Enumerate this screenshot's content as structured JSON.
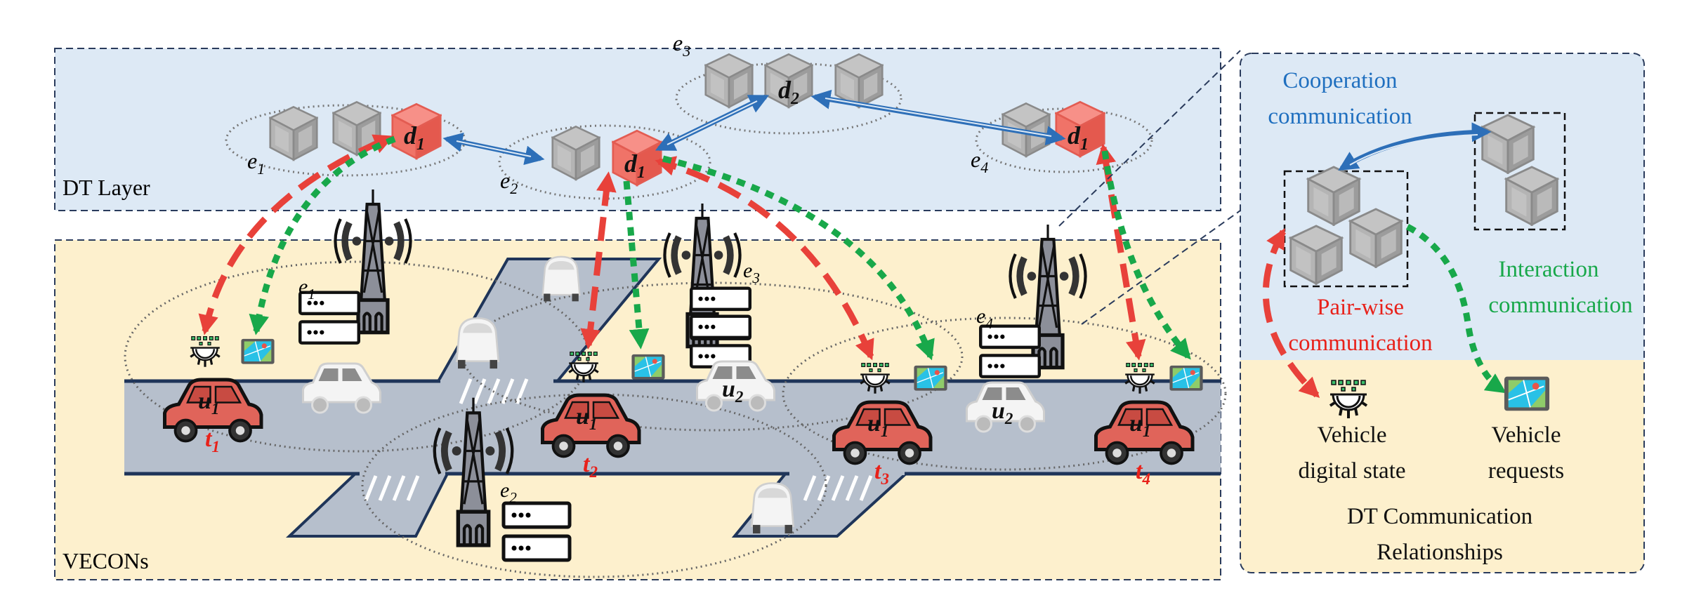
{
  "layers": {
    "dt_layer": "DT Layer",
    "vecons": "VECONs"
  },
  "dt_labels": {
    "e1": {
      "var": "e",
      "sub": "1"
    },
    "e2": {
      "var": "e",
      "sub": "2"
    },
    "e3": {
      "var": "e",
      "sub": "3"
    },
    "e4": {
      "var": "e",
      "sub": "4"
    },
    "d1": {
      "var": "d",
      "sub": "1"
    },
    "d2": {
      "var": "d",
      "sub": "2"
    }
  },
  "vehicles": {
    "u1": {
      "var": "u",
      "sub": "1"
    },
    "u2": {
      "var": "u",
      "sub": "2"
    },
    "t1": {
      "var": "t",
      "sub": "1"
    },
    "t2": {
      "var": "t",
      "sub": "2"
    },
    "t3": {
      "var": "t",
      "sub": "3"
    },
    "t4": {
      "var": "t",
      "sub": "4"
    }
  },
  "legend": {
    "cooperation": [
      "Cooperation",
      "communication"
    ],
    "interaction": [
      "Interaction",
      "communication"
    ],
    "pairwise": [
      "Pair-wise",
      "communication"
    ],
    "state": [
      "Vehicle",
      "digital state"
    ],
    "requests": [
      "Vehicle",
      "requests"
    ],
    "title": [
      "DT Communication",
      "Relationships"
    ]
  },
  "colors": {
    "dt_bg": "#dde9f5",
    "vecons_bg": "#fdf0cd",
    "road": "#b6bfcc",
    "road_edge": "#1f3559",
    "pairwise": "#e8413a",
    "interaction": "#18a84a",
    "cooperation": "#2d6fb8",
    "vehicle_red": "#e0645a"
  }
}
